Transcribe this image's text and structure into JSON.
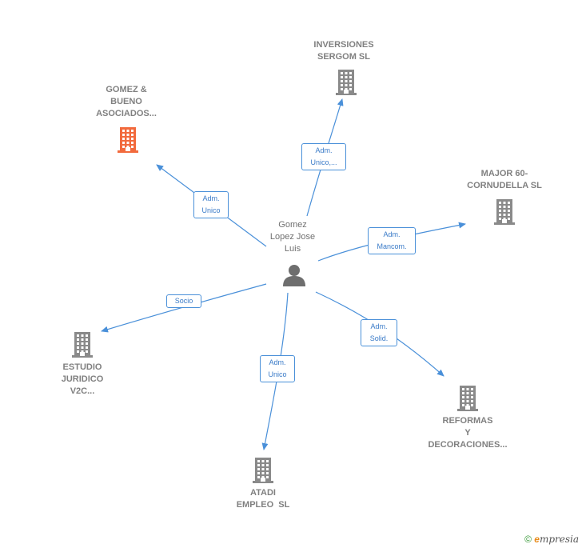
{
  "center": {
    "name": "Gomez\nLopez Jose\nLuis",
    "icon": "person-icon"
  },
  "companies": [
    {
      "id": "gomez",
      "name": "GOMEZ &\nBUENO\nASOCIADOS...",
      "color": "#f26a3d",
      "icon": "building-icon",
      "role": "Adm.\nUnico"
    },
    {
      "id": "inversiones",
      "name": "INVERSIONES\nSERGOM SL",
      "color": "#8a8a8a",
      "icon": "building-icon",
      "role": "Adm.\nUnico,..."
    },
    {
      "id": "major",
      "name": "MAJOR 60-\nCORNUDELLA SL",
      "color": "#8a8a8a",
      "icon": "building-icon",
      "role": "Adm.\nMancom."
    },
    {
      "id": "reformas",
      "name": "REFORMAS\nY\nDECORACIONES...",
      "color": "#8a8a8a",
      "icon": "building-icon",
      "role": "Adm.\nSolid."
    },
    {
      "id": "atadi",
      "name": "ATADI\nEMPLEO  SL",
      "color": "#8a8a8a",
      "icon": "building-icon",
      "role": "Adm.\nUnico"
    },
    {
      "id": "estudio",
      "name": "ESTUDIO\nJURIDICO\nV2C...",
      "color": "#8a8a8a",
      "icon": "building-icon",
      "role": "Socio"
    }
  ],
  "edge_color": "#4a90d9",
  "footer": {
    "copyright": "©",
    "brand_e": "e",
    "brand_rest": "mpresia"
  }
}
